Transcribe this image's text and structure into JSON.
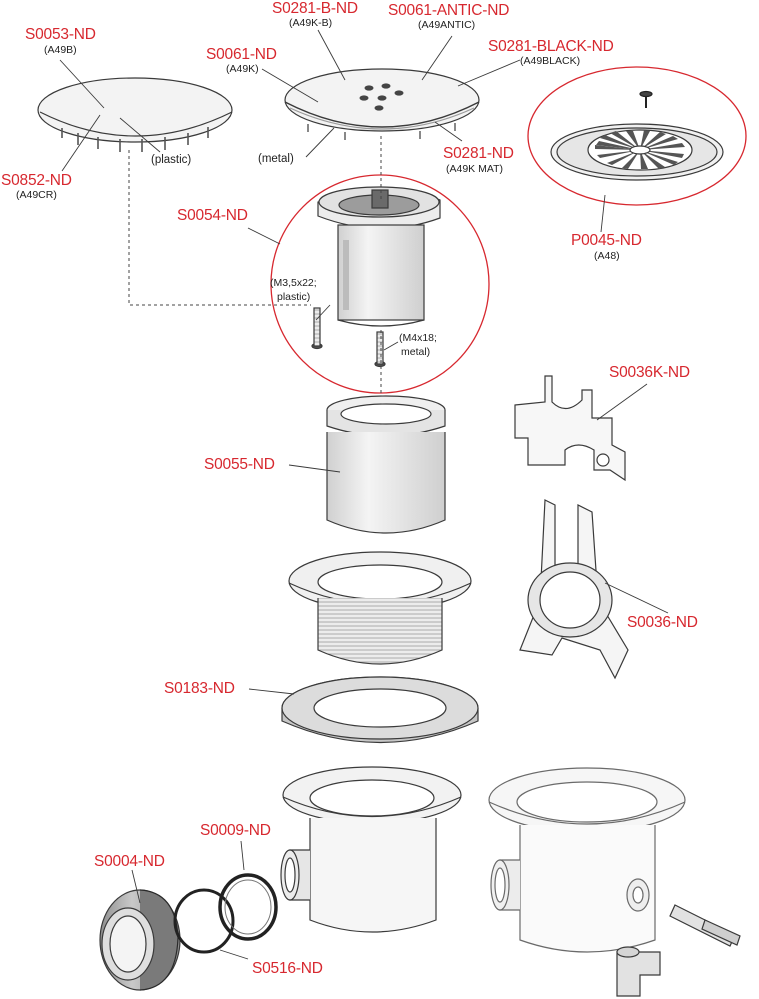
{
  "colors": {
    "label": "#d7282f",
    "line": "#3a3a3a",
    "fill_light": "#f1f1f1",
    "fill_mid": "#d9d9d9",
    "fill_dark": "#9a9a9a",
    "callout": "#d7282f"
  },
  "parts": [
    {
      "id": "p1",
      "code": "S0053-ND",
      "sub": "(A49B)"
    },
    {
      "id": "p2",
      "code": "S0852-ND",
      "sub": "(A49CR)"
    },
    {
      "id": "p3",
      "code": "S0281-B-ND",
      "sub": "(A49K-B)"
    },
    {
      "id": "p4",
      "code": "S0061-ANTIC-ND",
      "sub": "(A49ANTIC)"
    },
    {
      "id": "p5",
      "code": "S0061-ND",
      "sub": "(A49K)"
    },
    {
      "id": "p6",
      "code": "S0281-BLACK-ND",
      "sub": "(A49BLACK)"
    },
    {
      "id": "p7",
      "code": "S0281-ND",
      "sub": "(A49K MAT)"
    },
    {
      "id": "p8",
      "code": "P0045-ND",
      "sub": "(A48)"
    },
    {
      "id": "p9",
      "code": "S0054-ND",
      "sub": ""
    },
    {
      "id": "p10",
      "code": "S0036K-ND",
      "sub": ""
    },
    {
      "id": "p11",
      "code": "S0055-ND",
      "sub": ""
    },
    {
      "id": "p12",
      "code": "S0036-ND",
      "sub": ""
    },
    {
      "id": "p13",
      "code": "S0183-ND",
      "sub": ""
    },
    {
      "id": "p14",
      "code": "S0009-ND",
      "sub": ""
    },
    {
      "id": "p15",
      "code": "S0004-ND",
      "sub": ""
    },
    {
      "id": "p16",
      "code": "S0516-ND",
      "sub": ""
    }
  ],
  "notes": {
    "plastic": "(plastic)",
    "metal": "(metal)",
    "screw_plastic_1": "(M3,5x22;",
    "screw_plastic_2": "plastic)",
    "screw_metal_1": "(M4x18;",
    "screw_metal_2": "metal)"
  }
}
